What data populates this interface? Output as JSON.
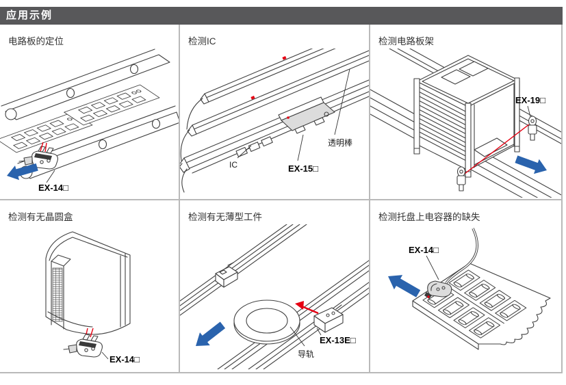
{
  "header": {
    "title": "应用示例"
  },
  "colors": {
    "header_bg": "#58585a",
    "header_text": "#ffffff",
    "panel_border": "#b9b9b9",
    "line": "#3f3f3f",
    "beam_red": "#e60012",
    "arrow_blue": "#2a63ad",
    "sensor_gray": "#dcdcdc"
  },
  "panels": [
    {
      "title": "电路板的定位",
      "labels": {
        "sensor": "EX-14□"
      }
    },
    {
      "title": "检测IC",
      "labels": {
        "ic": "IC",
        "sensor": "EX-15□",
        "tube": "透明棒"
      }
    },
    {
      "title": "检测电路板架",
      "labels": {
        "sensor": "EX-19□"
      }
    },
    {
      "title": "检测有无晶圆盒",
      "labels": {
        "sensor": "EX-14□"
      }
    },
    {
      "title": "检测有无薄型工件",
      "labels": {
        "sensor": "EX-13E□",
        "rail": "导轨"
      }
    },
    {
      "title": "检测托盘上电容器的缺失",
      "labels": {
        "sensor": "EX-14□"
      }
    }
  ]
}
